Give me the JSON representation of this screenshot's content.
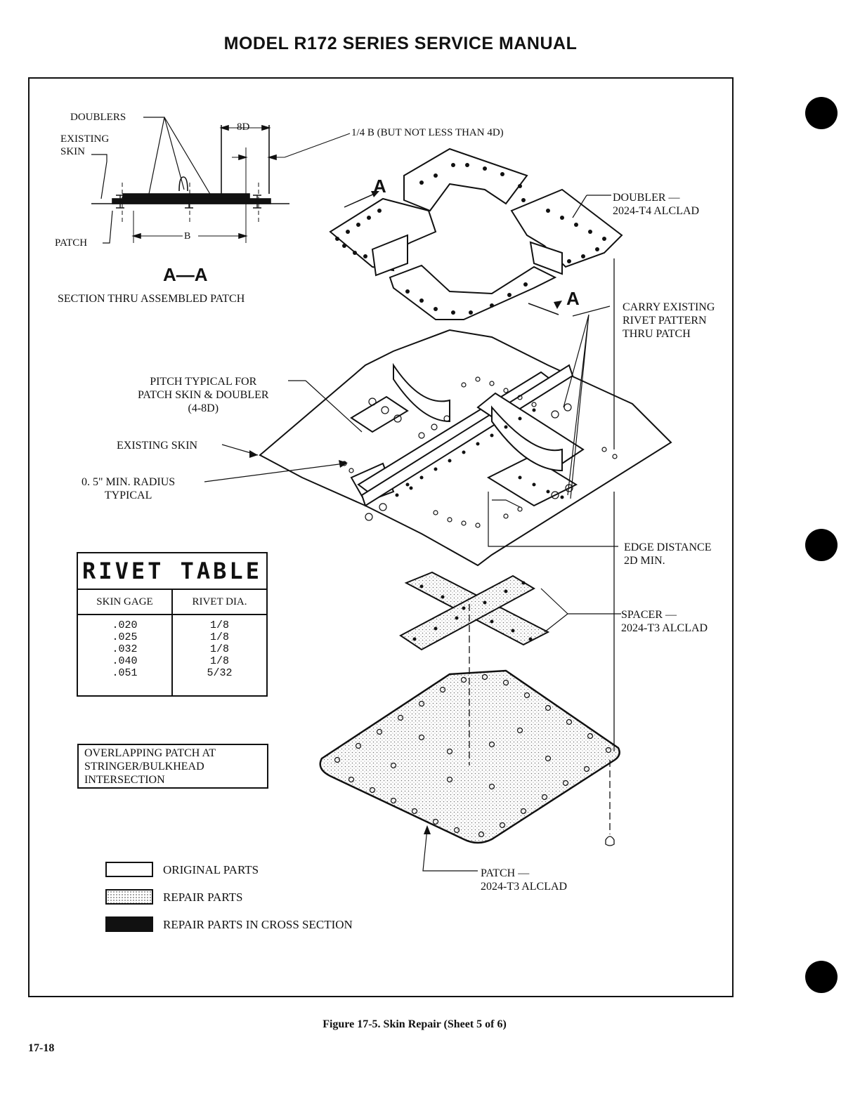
{
  "header": {
    "title": "MODEL R172 SERIES SERVICE MANUAL"
  },
  "section_view": {
    "doublers": "DOUBLERS",
    "existing_skin": "EXISTING\nSKIN",
    "patch": "PATCH",
    "dim_8d": "8D",
    "dim_b": "B",
    "dim_quarter_b": "1/4 B (BUT NOT LESS THAN 4D)",
    "section_letter": "A—A",
    "section_caption": "SECTION THRU ASSEMBLED PATCH"
  },
  "callouts": {
    "section_marker": "A",
    "doubler": "DOUBLER —\n2024-T4 ALCLAD",
    "carry_pattern": "CARRY EXISTING\nRIVET PATTERN\nTHRU PATCH",
    "pitch": "PITCH TYPICAL FOR\nPATCH SKIN & DOUBLER\n(4-8D)",
    "existing_skin": "EXISTING SKIN",
    "radius": "0. 5\" MIN. RADIUS\nTYPICAL",
    "edge_distance": "EDGE DISTANCE\n2D MIN.",
    "spacer": "SPACER —\n2024-T3 ALCLAD",
    "patch": "PATCH —\n2024-T3 ALCLAD"
  },
  "rivet_table": {
    "title": "RIVET TABLE",
    "col_skin": "SKIN GAGE",
    "col_rivet": "RIVET DIA.",
    "rows": [
      {
        "skin": ".020",
        "rivet": "1/8"
      },
      {
        "skin": ".025",
        "rivet": "1/8"
      },
      {
        "skin": ".032",
        "rivet": "1/8"
      },
      {
        "skin": ".040",
        "rivet": "1/8"
      },
      {
        "skin": ".051",
        "rivet": "5/32"
      }
    ]
  },
  "note": "OVERLAPPING PATCH AT\nSTRINGER/BULKHEAD\nINTERSECTION",
  "legend": {
    "original": "ORIGINAL PARTS",
    "repair": "REPAIR PARTS",
    "cross_section": "REPAIR PARTS IN CROSS SECTION"
  },
  "figure_caption": "Figure 17-5.  Skin Repair (Sheet 5 of 6)",
  "page_number": "17-18"
}
